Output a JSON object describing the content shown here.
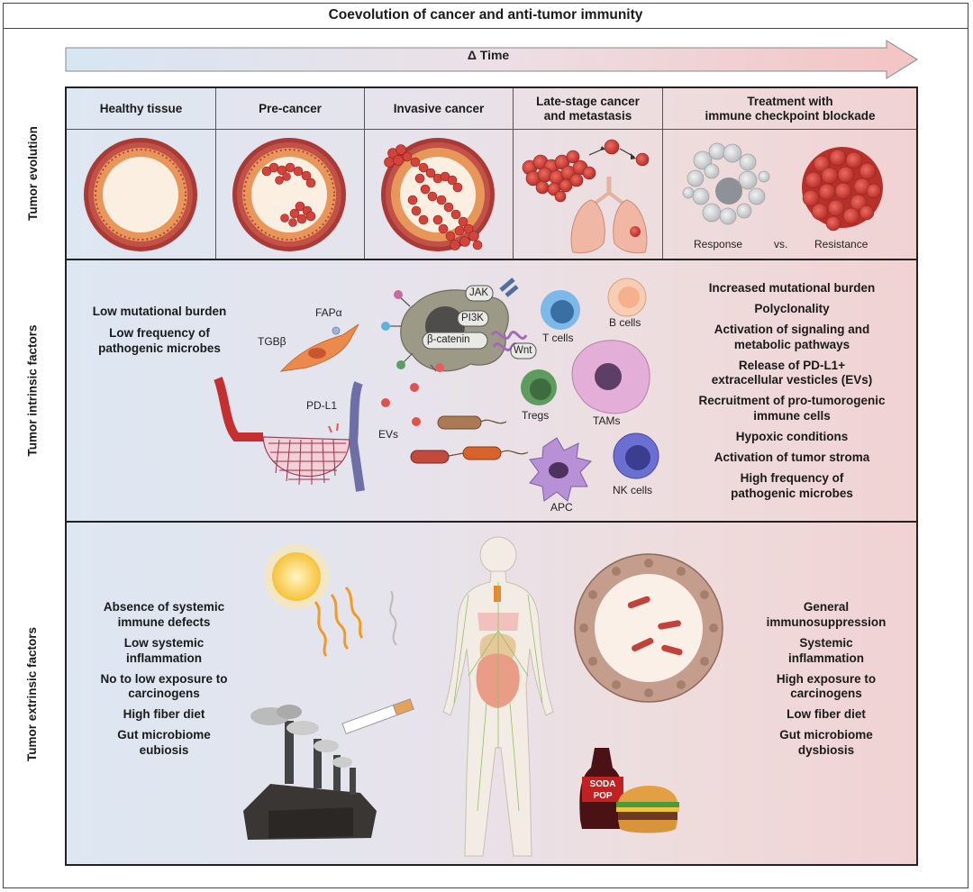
{
  "title": "Coevolution of cancer and anti-tumor immunity",
  "time_label": "Δ Time",
  "stages": [
    "Healthy tissue",
    "Pre-cancer",
    "Invasive cancer",
    "Late-stage cancer\nand metastasis",
    "Treatment with\nimmune checkpoint blockade"
  ],
  "rows": {
    "evolution": "Tumor evolution",
    "intrinsic": "Tumor intrinsic factors",
    "extrinsic": "Tumor extrinsic factors"
  },
  "evolution": {
    "response": "Response",
    "vs": "vs.",
    "resistance": "Resistance"
  },
  "intrinsic": {
    "left": [
      "Low mutational burden",
      "Low frequency of\npathogenic microbes"
    ],
    "labels": {
      "fap": "FAPα",
      "tgb": "TGBβ",
      "pdl1": "PD-L1",
      "evs": "EVs",
      "jak": "JAK",
      "pi3k": "PI3K",
      "bcat": "β-catenin",
      "wnt": "Wnt",
      "tcells": "T cells",
      "bcells": "B cells",
      "tregs": "Tregs",
      "tams": "TAMs",
      "apc": "APC",
      "nk": "NK cells"
    },
    "right": [
      "Increased mutational burden",
      "Polyclonality",
      "Activation of signaling and\nmetabolic pathways",
      "Release of PD-L1+\nextracellular vesticles (EVs)",
      "Recruitment of pro-tumorogenic\nimmune cells",
      "Hypoxic conditions",
      "Activation of tumor stroma",
      "High frequency of\npathogenic microbes"
    ]
  },
  "extrinsic": {
    "left": [
      "Absence of systemic\nimmune defects",
      "Low systemic\ninflammation",
      "No to low exposure to\ncarcinogens",
      "High fiber diet",
      "Gut microbiome\neubiosis"
    ],
    "right": [
      "General\nimmunosuppression",
      "Systemic\ninflammation",
      "High exposure to\ncarcinogens",
      "Low fiber diet",
      "Gut microbiome\ndysbiosis"
    ],
    "soda": "SODA\nPOP"
  },
  "colors": {
    "tumor": "#d9473f",
    "tissue": "#b8413b",
    "stroma": "#e8975a",
    "arrow_start": "#d7e6f3",
    "arrow_end": "#f3c9c8"
  }
}
